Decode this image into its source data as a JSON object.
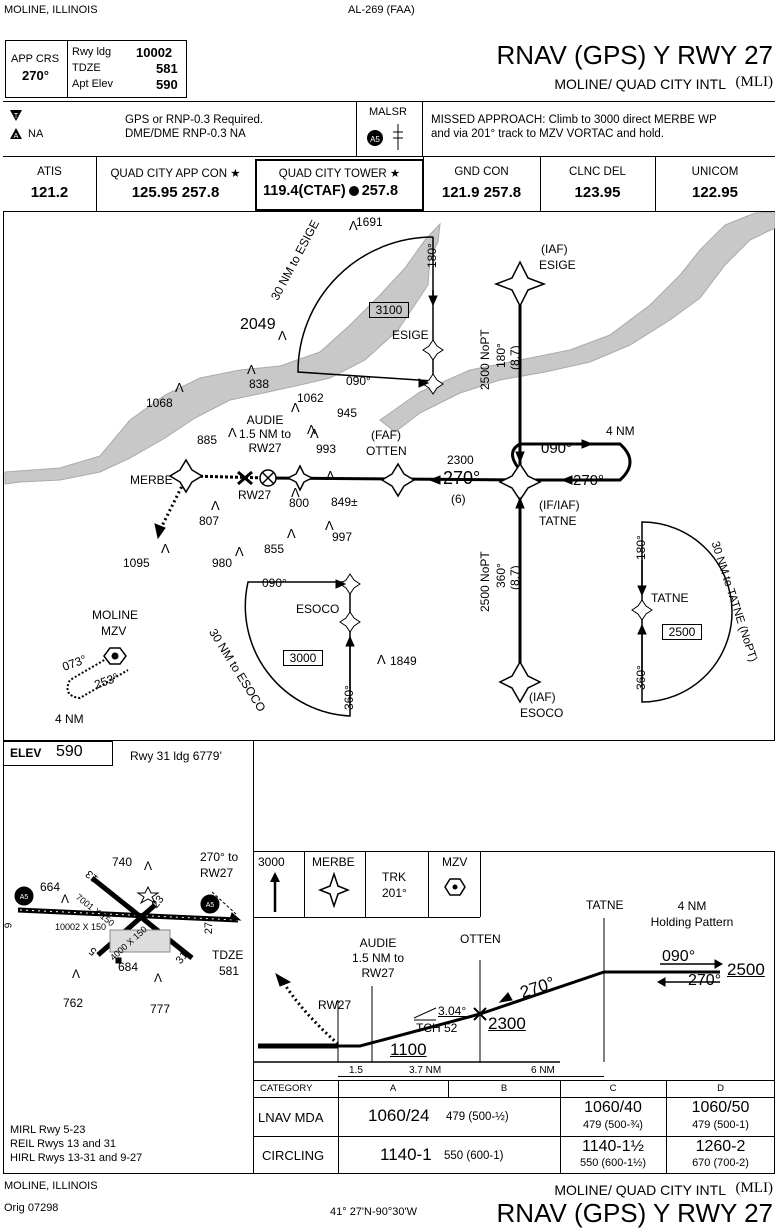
{
  "header": {
    "location": "MOLINE, ILLINOIS",
    "chart_id": "AL-269 (FAA)",
    "title": "RNAV (GPS) Y RWY 27",
    "airport": "MOLINE/ QUAD CITY INTL",
    "airport_id": "(MLI)",
    "app_crs_label": "APP CRS",
    "app_crs": "270°",
    "rwy_ldg_label": "Rwy ldg",
    "rwy_ldg": "10002",
    "tdze_label": "TDZE",
    "tdze": "581",
    "apt_elev_label": "Apt Elev",
    "apt_elev": "590"
  },
  "notes": {
    "na_label": "NA",
    "text1": "GPS or RNP-0.3 Required.",
    "text2": "DME/DME RNP-0.3 NA",
    "malsr": "MALSR",
    "missed_approach_1": "MISSED APPROACH: Climb to 3000 direct MERBE WP",
    "missed_approach_2": "and via 201° track to MZV VORTAC and hold."
  },
  "comms": [
    {
      "name": "ATIS",
      "freq": "121.2"
    },
    {
      "name": "QUAD CITY APP CON ★",
      "freq": "125.95  257.8"
    },
    {
      "name": "QUAD CITY TOWER ★",
      "freq": "119.4(CTAF)",
      "freq2": "257.8"
    },
    {
      "name": "GND CON",
      "freq": "121.9  257.8"
    },
    {
      "name": "CLNC DEL",
      "freq": "123.95"
    },
    {
      "name": "UNICOM",
      "freq": "122.95"
    }
  ],
  "planview": {
    "fixes": {
      "esige_iaf": "(IAF)",
      "esige": "ESIGE",
      "esige_hold": "ESIGE",
      "tatne_iaf": "(IF/IAF)",
      "tatne": "TATNE",
      "tatne_hold": "TATNE",
      "esoco_iaf": "(IAF)",
      "esoco": "ESOCO",
      "esoco_hold": "ESOCO",
      "otten_faf": "(FAF)",
      "otten": "OTTEN",
      "audie": "AUDIE",
      "audie_2": "1.5 NM to",
      "audie_3": "RW27",
      "merbe": "MERBE",
      "rw27": "RW27",
      "moline": "MOLINE",
      "mzv": "MZV"
    },
    "labels": {
      "arc_esige": "30 NM to ESIGE",
      "arc_esoco": "30 NM to ESOCO",
      "arc_tatne": "30 NM to TATNE (NoPT)",
      "taa_3100": "3100",
      "taa_3000": "3000",
      "taa_2500": "2500",
      "crs_090_top": "090°",
      "crs_180_top": "180°",
      "crs_090_bot": "090°",
      "crs_360_bot": "360°",
      "crs_180_right": "180°",
      "crs_360_right": "360°",
      "north_seg": "2500 NoPT",
      "north_crs": "180°",
      "north_dist": "(8.7)",
      "south_seg": "2500 NoPT",
      "south_crs": "360°",
      "south_dist": "(8.7)",
      "final_alt": "2300",
      "final_crs": "270°",
      "final_dist": "(6)",
      "hold_in": "090°",
      "hold_out": "270°",
      "hold_len": "4 NM",
      "mzv_073": "073°",
      "mzv_253": "253°",
      "mzv_len": "4 NM"
    },
    "obstacles": [
      "1691",
      "2049",
      "838",
      "1068",
      "1062",
      "945",
      "885",
      "993",
      "800",
      "849±",
      "807",
      "997",
      "855",
      "1095",
      "980",
      "1849"
    ]
  },
  "airport_diagram": {
    "elev_label": "ELEV",
    "elev": "590",
    "rwy_ldg": "Rwy 31 ldg 6779’",
    "rwy_9_27": "10002 X 150",
    "rwy_13_31": "7001 X 150",
    "rwy_5_23": "4000 X 150",
    "rwy_labels": [
      "9",
      "27",
      "13",
      "31",
      "5",
      "23"
    ],
    "obstacles": [
      "740",
      "664",
      "684",
      "762",
      "777"
    ],
    "to_rw27": "270° to",
    "to_rw27_2": "RW27",
    "tdze_label": "TDZE",
    "tdze": "581",
    "lighting_1": "MIRL Rwy 5-23",
    "lighting_2": "REIL Rwys 13 and 31",
    "lighting_3": "HIRL Rwys 13-31 and 9-27"
  },
  "missed_icons": {
    "alt": "3000",
    "merbe": "MERBE",
    "trk": "TRK",
    "trk_val": "201°",
    "mzv": "MZV"
  },
  "profile": {
    "tatne": "TATNE",
    "holding": "4 NM",
    "holding_2": "Holding Pattern",
    "otten": "OTTEN",
    "audie": "AUDIE",
    "audie_2": "1.5 NM to",
    "audie_3": "RW27",
    "rw27": "RW27",
    "gs": "3.04°",
    "tch": "TCH 52",
    "alt_2500": "2500",
    "alt_2300": "2300",
    "alt_1100": "1100",
    "crs_090": "090°",
    "crs_270_hold": "270°",
    "crs_270": "270°",
    "dist_1": "1.5",
    "dist_2": "3.7 NM",
    "dist_3": "6 NM"
  },
  "minimums": {
    "header": [
      "CATEGORY",
      "A",
      "B",
      "C",
      "D"
    ],
    "rows": [
      {
        "label": "LNAV  MDA",
        "ab_main": "1060/24",
        "ab_sub": "479 (500-½)",
        "c_main": "1060/40",
        "c_sub": "479 (500-¾)",
        "d_main": "1060/50",
        "d_sub": "479 (500-1)"
      },
      {
        "label": "CIRCLING",
        "ab_main": "1140-1",
        "ab_sub": "550 (600-1)",
        "c_main": "1140-1½",
        "c_sub": "550 (600-1½)",
        "d_main": "1260-2",
        "d_sub": "670 (700-2)"
      }
    ]
  },
  "footer": {
    "location": "MOLINE, ILLINOIS",
    "orig": "Orig  07298",
    "coords": "41° 27'N-90°30'W",
    "airport": "MOLINE/ QUAD CITY INTL",
    "airport_id": "(MLI)",
    "title": "RNAV (GPS) Y RWY 27"
  }
}
